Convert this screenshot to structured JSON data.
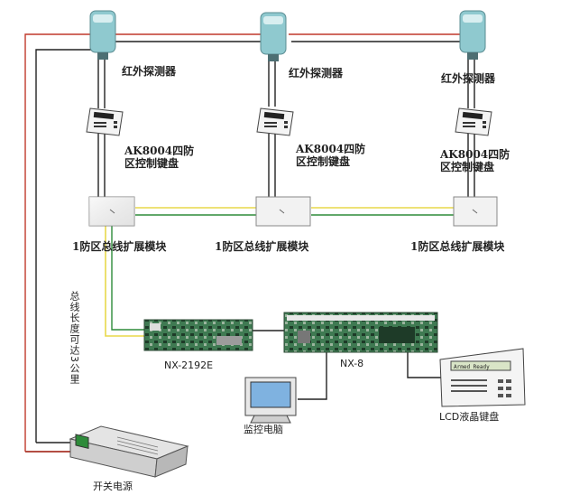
{
  "labels": {
    "detector": "红外探测器",
    "keypad_line1": "AK8004四防",
    "keypad_line2": "区控制键盘",
    "module": "1防区总线扩展模块",
    "nx2192e": "NX-2192E",
    "nx8": "NX-8",
    "monitor_pc": "监控电脑",
    "lcd_keypad": "LCD液晶键盘",
    "power": "开关电源",
    "bus_length": "总线长度可达3公里"
  },
  "lcd_screen_text": "Armed  Ready",
  "colors": {
    "wire_dark": "#222222",
    "wire_red": "#c0392b",
    "wire_yellow": "#e8d84a",
    "wire_green": "#2e8b3a",
    "detector_body": "#8fc9cf",
    "board_green": "#3f7a52"
  }
}
